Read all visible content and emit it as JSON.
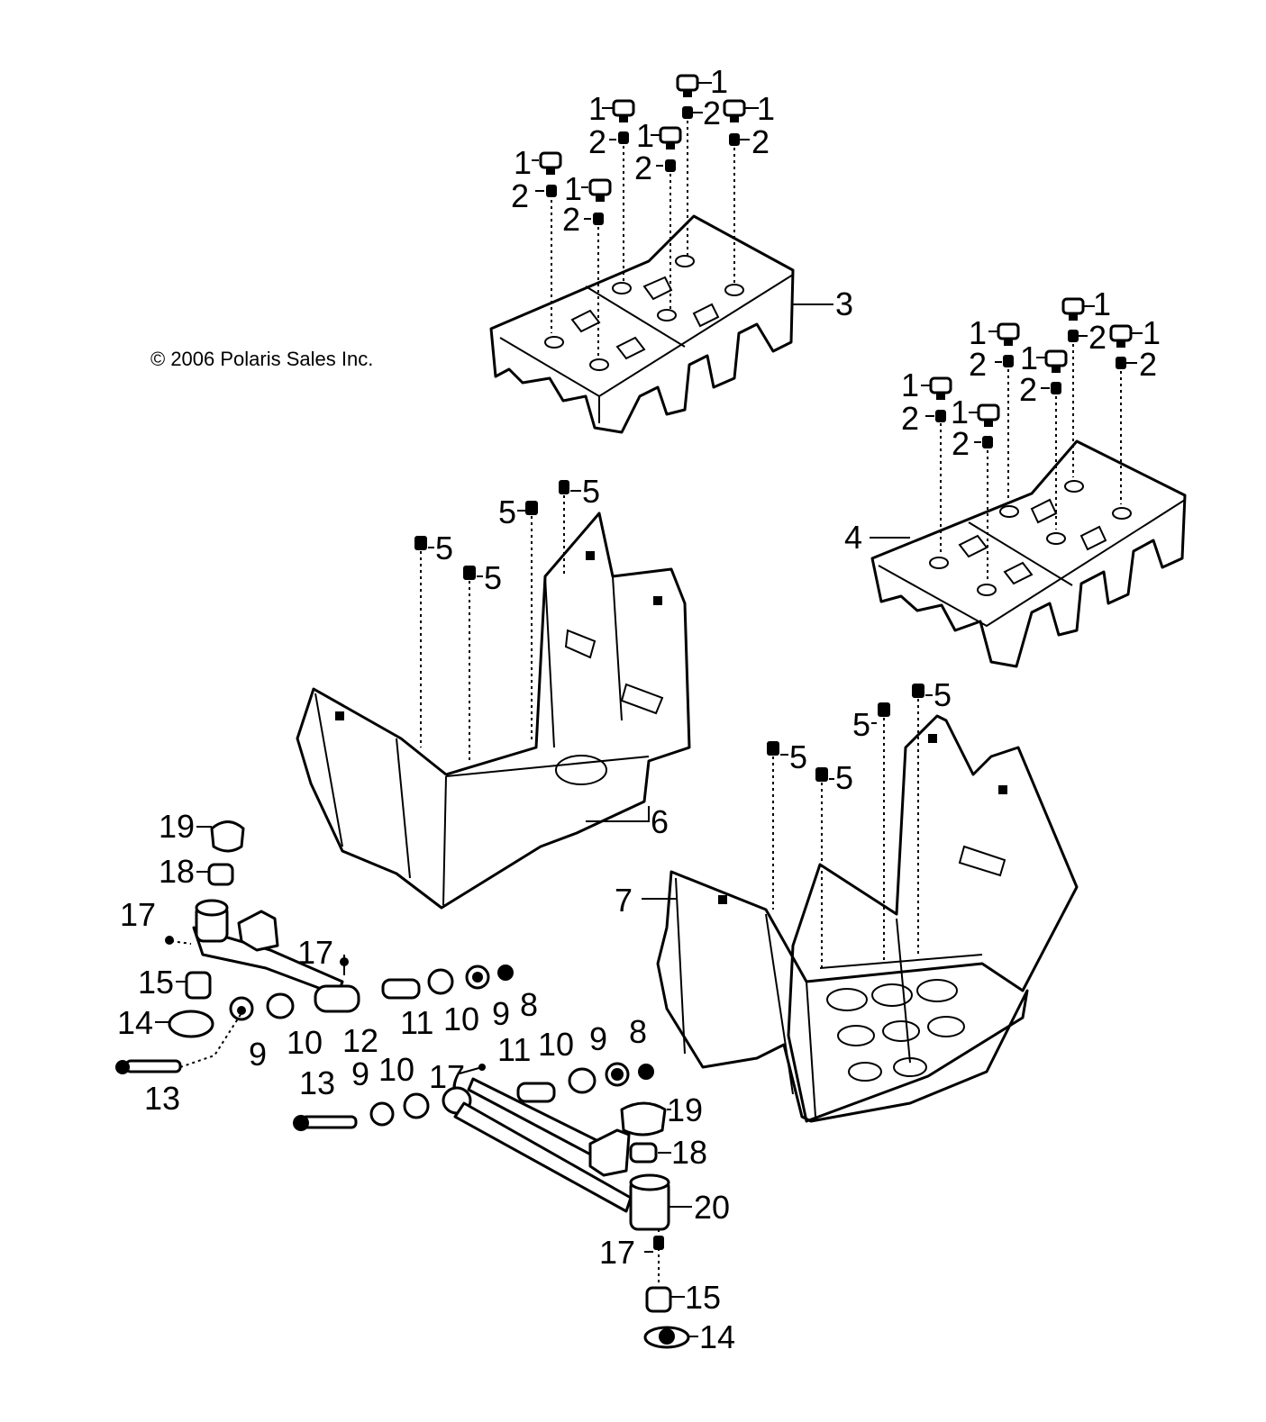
{
  "copyright": "© 2006 Polaris Sales Inc.",
  "callouts": {
    "c1": "1",
    "c2": "2",
    "c3": "3",
    "c4": "4",
    "c5": "5",
    "c6": "6",
    "c7": "7",
    "c8": "8",
    "c9": "9",
    "c10": "10",
    "c11": "11",
    "c12": "12",
    "c13": "13",
    "c14": "14",
    "c15": "15",
    "c17": "17",
    "c18": "18",
    "c19": "19",
    "c20": "20"
  }
}
